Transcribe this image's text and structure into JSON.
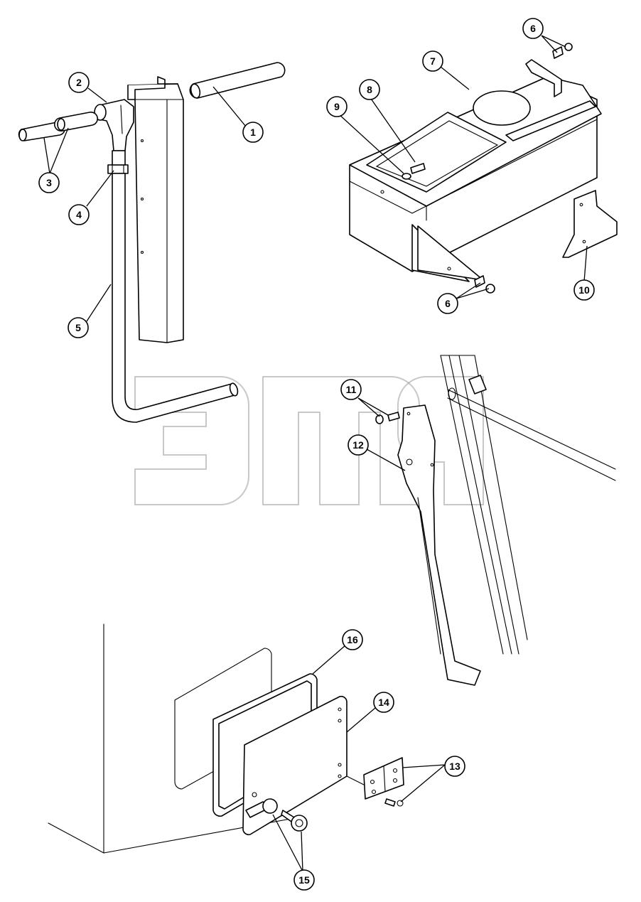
{
  "callouts": [
    "1",
    "2",
    "3",
    "4",
    "5",
    "6",
    "6",
    "7",
    "8",
    "9",
    "10",
    "11",
    "12",
    "13",
    "14",
    "15",
    "16"
  ],
  "colors": {
    "ink": "#000000",
    "paper": "#ffffff",
    "watermark": "#9a9a9a"
  }
}
